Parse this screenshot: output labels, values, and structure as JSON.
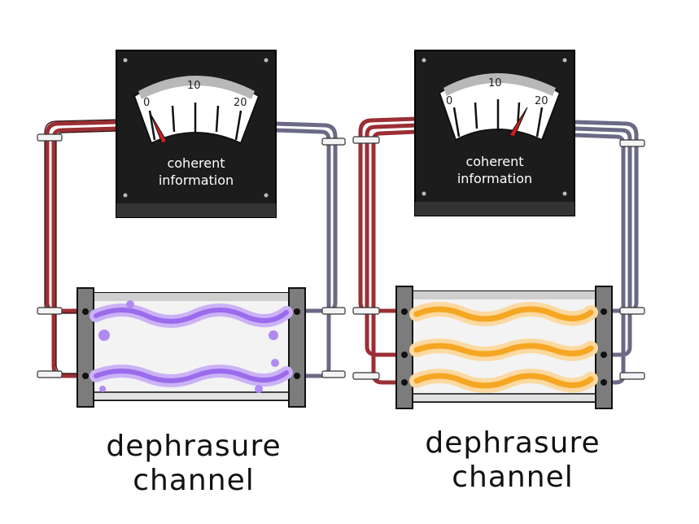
{
  "panels": [
    {
      "meter": {
        "label_line1": "coherent",
        "label_line2": "information",
        "scale": [
          "0",
          "10",
          "20"
        ],
        "needle_value": 2
      },
      "channel": {
        "caption_line1": "dephrasure",
        "caption_line2": "channel",
        "strands": 2,
        "fill_color": "#9a6bec"
      }
    },
    {
      "meter": {
        "label_line1": "coherent",
        "label_line2": "information",
        "scale": [
          "0",
          "10",
          "20"
        ],
        "needle_value": 15
      },
      "channel": {
        "caption_line1": "dephrasure",
        "caption_line2": "channel",
        "strands": 3,
        "fill_color": "#f5a623"
      }
    }
  ],
  "colors": {
    "cable_left": "#9b2f34",
    "cable_right": "#6a6a86",
    "meter_body": "#1c1c1c",
    "needle": "#c8201e",
    "clamp": "#7c7c7c"
  }
}
